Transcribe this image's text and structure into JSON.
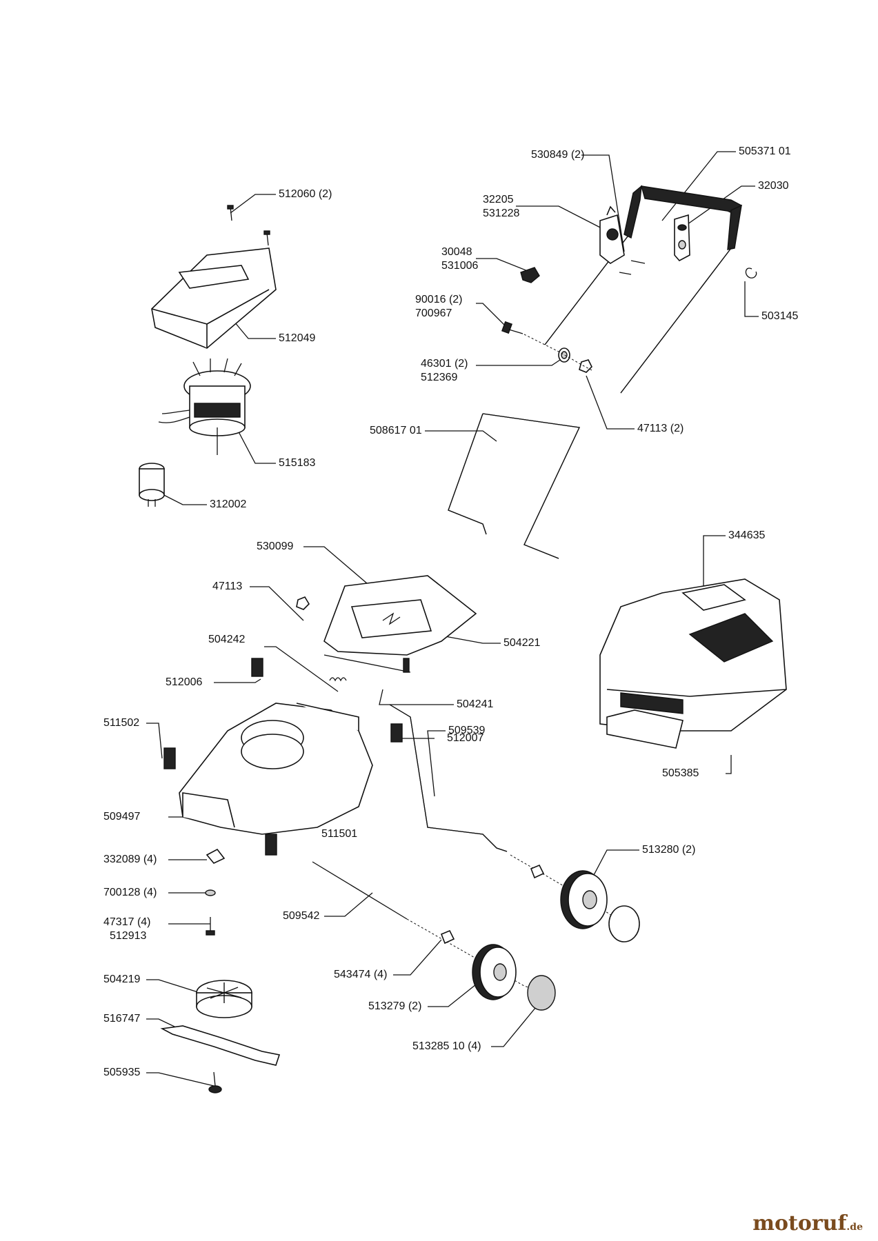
{
  "labels": {
    "l512060": "512060 (2)",
    "l512049": "512049",
    "l515183": "515183",
    "l312002": "312002",
    "l530849": "530849 (2)",
    "l50537101": "505371 01",
    "l32030": "32030",
    "l32205a": "32205",
    "l32205b": "531228",
    "l30048a": "30048",
    "l30048b": "531006",
    "l90016a": "90016 (2)",
    "l90016b": "700967",
    "l503145": "503145",
    "l46301a": "46301 (2)",
    "l46301b": "512369",
    "l47113_2": "47113 (2)",
    "l50861701": "508617 01",
    "l530099": "530099",
    "l344635": "344635",
    "l47113": "47113",
    "l504242": "504242",
    "l504221": "504221",
    "l512006": "512006",
    "l504241": "504241",
    "l511502": "511502",
    "l512007": "512007",
    "l505385": "505385",
    "l509497": "509497",
    "l509539": "509539",
    "l511501": "511501",
    "l332089": "332089 (4)",
    "l513280": "513280 (2)",
    "l700128": "700128 (4)",
    "l47317a": "47317 (4)",
    "l47317b": "512913",
    "l509542": "509542",
    "l543474": "543474 (4)",
    "l504219": "504219",
    "l513279": "513279 (2)",
    "l516747": "516747",
    "l51328510": "513285 10 (4)",
    "l505935": "505935"
  },
  "brand": {
    "name": "motoruf",
    "suffix": ".de"
  }
}
